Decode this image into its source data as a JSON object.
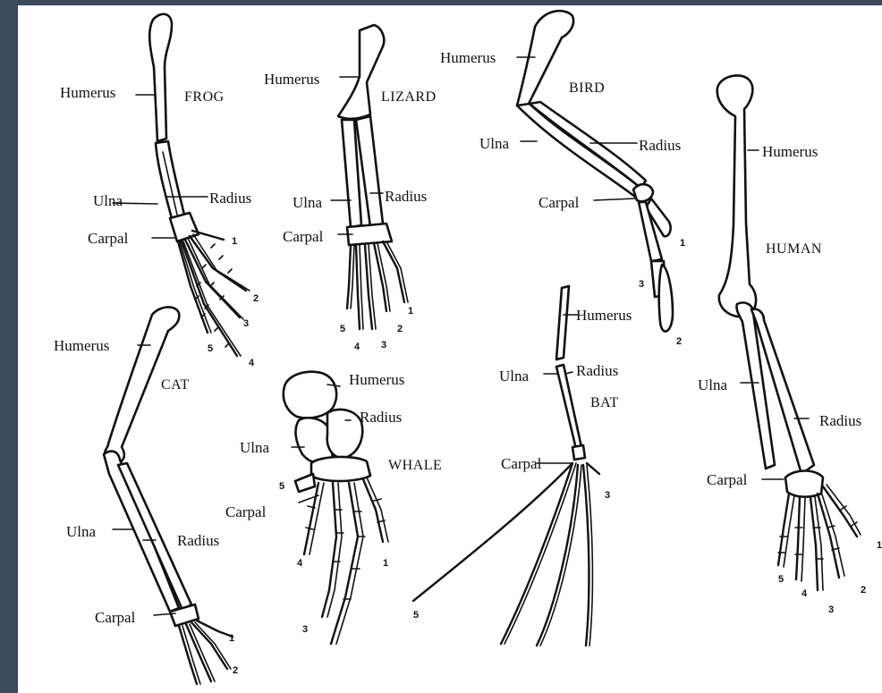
{
  "animals": {
    "frog": {
      "title": "FROG",
      "humerus": "Humerus",
      "ulna": "Ulna",
      "radius": "Radius",
      "carpal": "Carpal",
      "digits": [
        "1",
        "2",
        "3",
        "4",
        "5"
      ]
    },
    "lizard": {
      "title": "LIZARD",
      "humerus": "Humerus",
      "ulna": "Ulna",
      "radius": "Radius",
      "carpal": "Carpal",
      "digits": [
        "1",
        "2",
        "3",
        "4",
        "5"
      ]
    },
    "bird": {
      "title": "BIRD",
      "humerus": "Humerus",
      "ulna": "Ulna",
      "radius": "Radius",
      "carpal": "Carpal",
      "digits": [
        "1",
        "2",
        "3"
      ]
    },
    "human": {
      "title": "HUMAN",
      "humerus": "Humerus",
      "ulna": "Ulna",
      "radius": "Radius",
      "carpal": "Carpal",
      "digits": [
        "1",
        "2",
        "3",
        "4",
        "5"
      ]
    },
    "cat": {
      "title": "CAT",
      "humerus": "Humerus",
      "ulna": "Ulna",
      "radius": "Radius",
      "carpal": "Carpal",
      "digits": [
        "1",
        "2"
      ]
    },
    "whale": {
      "title": "WHALE",
      "humerus": "Humerus",
      "ulna": "Ulna",
      "radius": "Radius",
      "carpal": "Carpal",
      "digits": [
        "1",
        "3",
        "4",
        "5"
      ]
    },
    "bat": {
      "title": "BAT",
      "humerus": "Humerus",
      "ulna": "Ulna",
      "radius": "Radius",
      "carpal": "Carpal",
      "digits": [
        "3",
        "5"
      ]
    }
  },
  "colors": {
    "frame": "#3c4a5c",
    "paper": "#ffffff",
    "ink": "#111111"
  }
}
